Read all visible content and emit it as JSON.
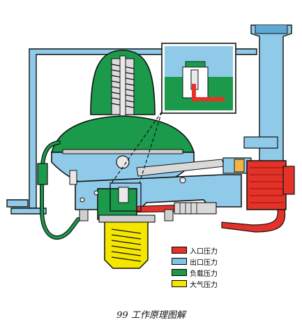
{
  "caption": "99 工作原理图解",
  "legend": [
    {
      "label": "入口压力",
      "color": "#e53228"
    },
    {
      "label": "出口压力",
      "color": "#7ec4e8"
    },
    {
      "label": "负载压力",
      "color": "#1a9a4a"
    },
    {
      "label": "大气压力",
      "color": "#f5e600"
    }
  ],
  "colors": {
    "outlet": "#8fcbe9",
    "inlet": "#e53228",
    "loading": "#1a9a4a",
    "atmosphere": "#f5e600",
    "body_outline": "#1b1b1b",
    "background": "#ffffff"
  }
}
